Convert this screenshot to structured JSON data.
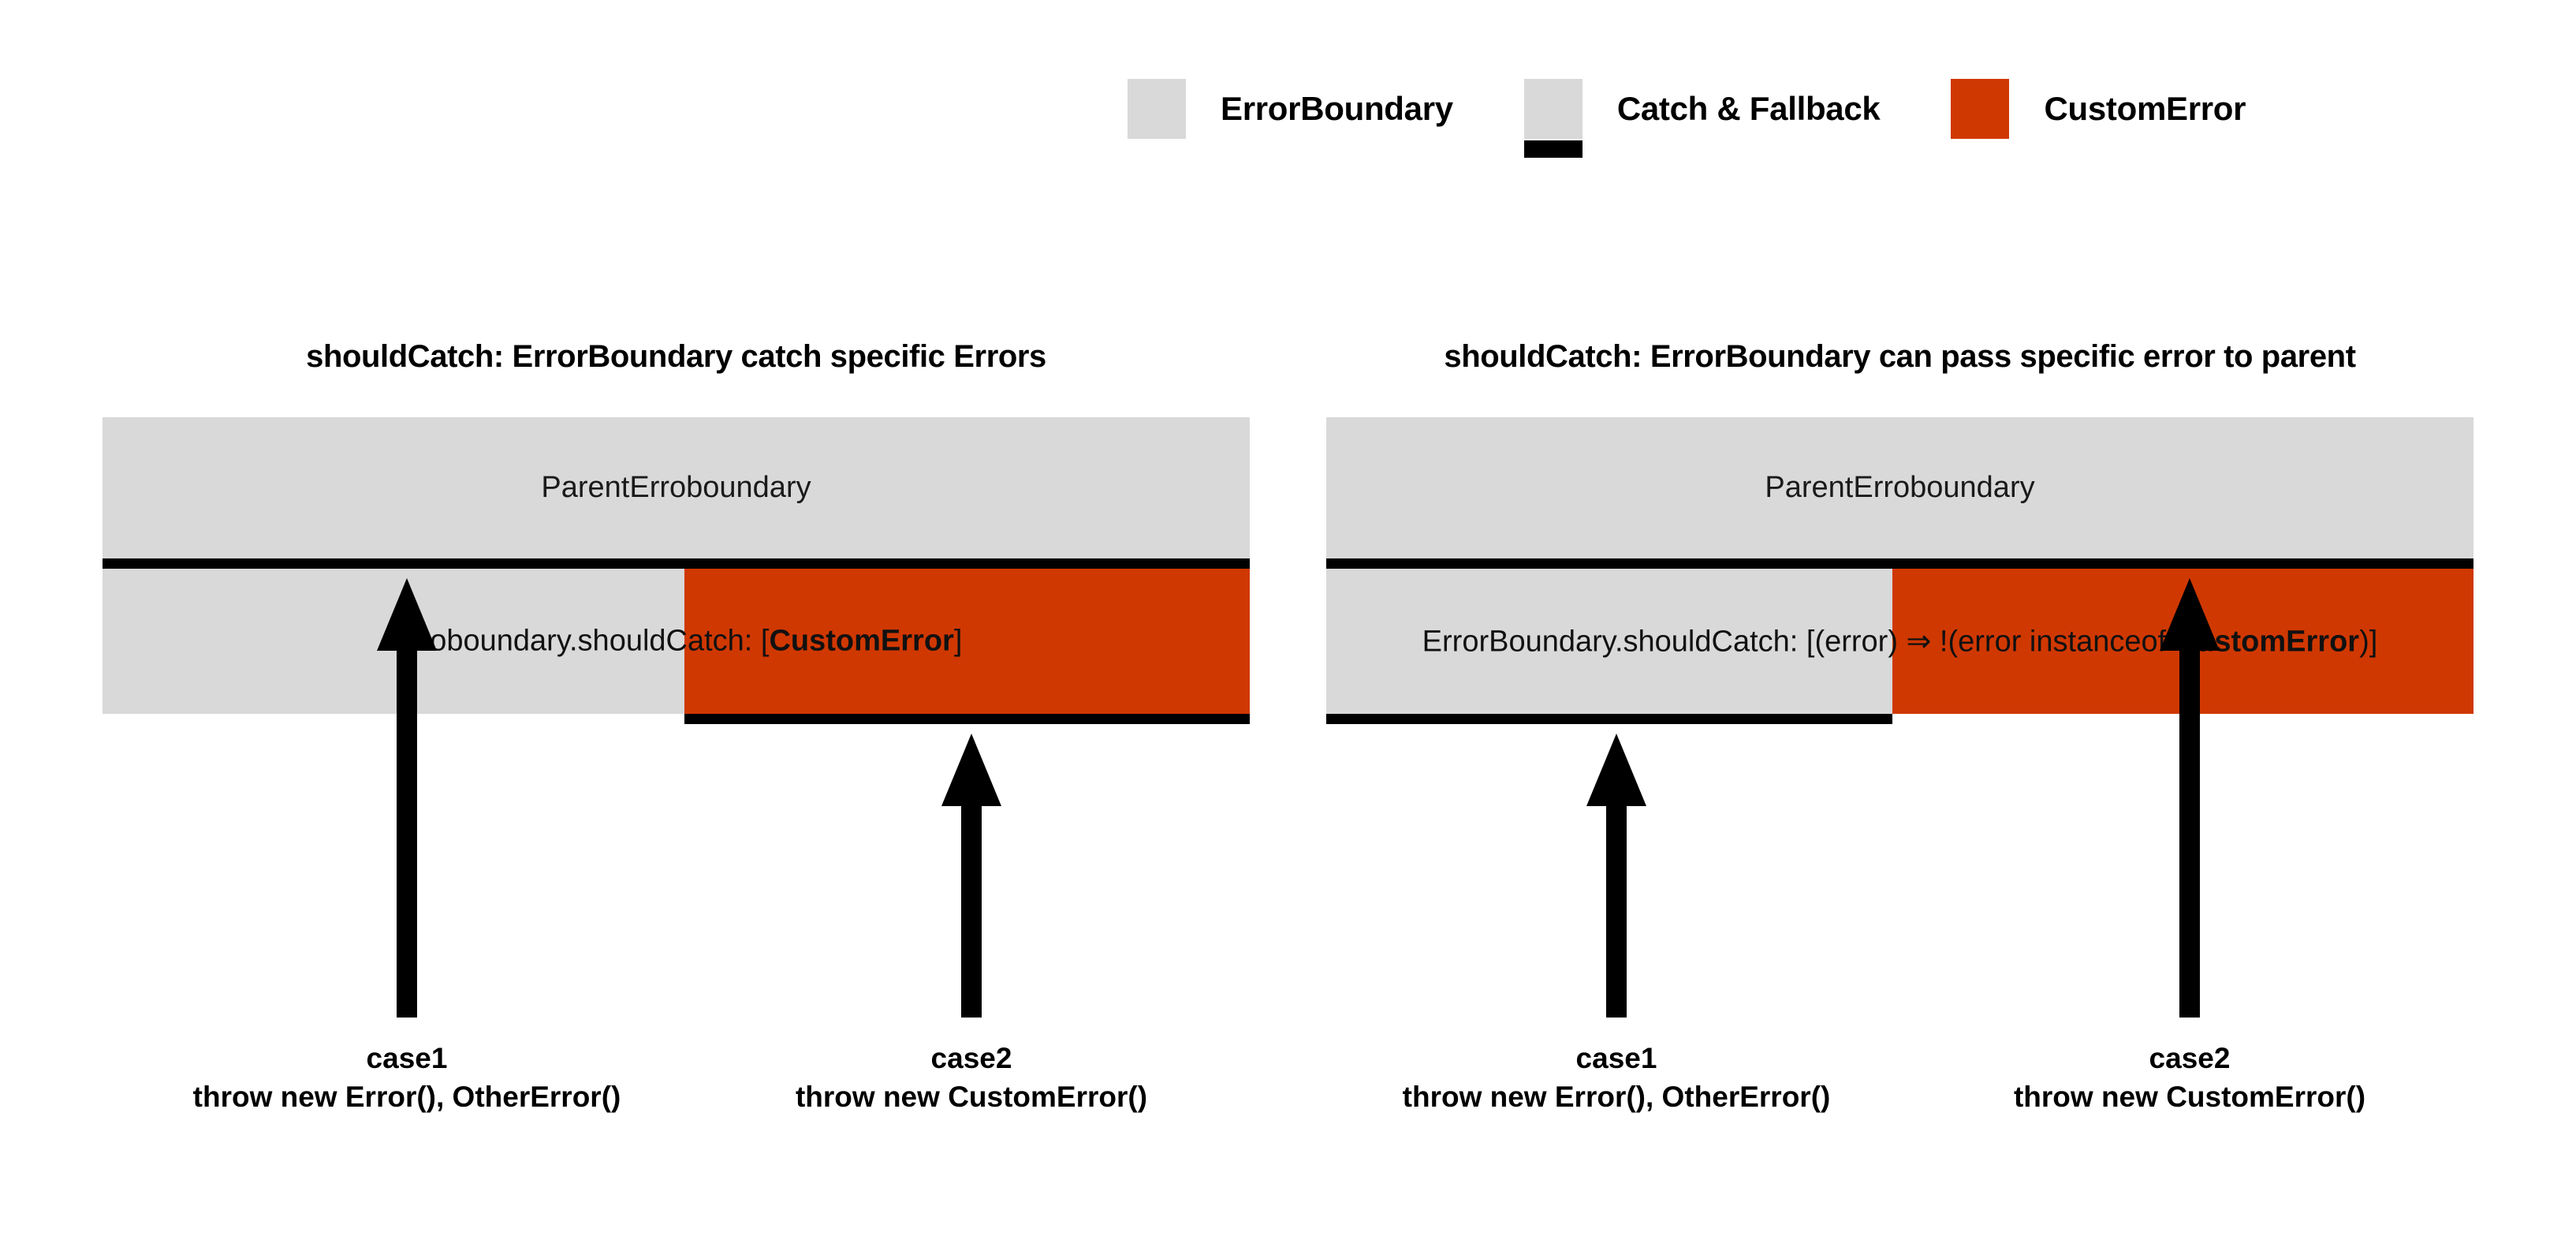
{
  "legend": {
    "items": [
      {
        "label": "ErrorBoundary",
        "swatch": "gray",
        "color": "#d9d9d9",
        "icon": "gray-square-swatch"
      },
      {
        "label": "Catch & Fallback",
        "swatch": "catch",
        "color": "#d9d9d9",
        "icon": "gray-square-with-black-bar-swatch"
      },
      {
        "label": "CustomError",
        "swatch": "orange",
        "color": "#d03801",
        "icon": "orange-square-swatch"
      }
    ]
  },
  "colors": {
    "gray": "#d9d9d9",
    "orange": "#d03801",
    "black": "#000000",
    "background": "#ffffff"
  },
  "panels": [
    {
      "title": "shouldCatch: ErrorBoundary catch specific Errors",
      "parent_label": "ParentErroboundary",
      "child_text_prefix": "Erroboundary.shouldCatch: [",
      "child_text_bold": "CustomError",
      "child_text_suffix": "]",
      "arrows": [
        {
          "name": "case1-arrow",
          "case": "case1",
          "line1": "case1",
          "line2": "throw new Error(), OtherError()"
        },
        {
          "name": "case2-arrow",
          "case": "case2",
          "line1": "case2",
          "line2": "throw new CustomError()"
        }
      ]
    },
    {
      "title": "shouldCatch: ErrorBoundary can pass specific error to parent",
      "parent_label": "ParentErroboundary",
      "child_text_prefix": "ErrorBoundary.shouldCatch: [(error) ⇒ !(error instanceof ",
      "child_text_bold": "CustomError",
      "child_text_suffix": ")]",
      "arrows": [
        {
          "name": "case1-arrow",
          "case": "case1",
          "line1": "case1",
          "line2": "throw new Error(), OtherError()"
        },
        {
          "name": "case2-arrow",
          "case": "case2",
          "line1": "case2",
          "line2": "throw new CustomError()"
        }
      ]
    }
  ]
}
